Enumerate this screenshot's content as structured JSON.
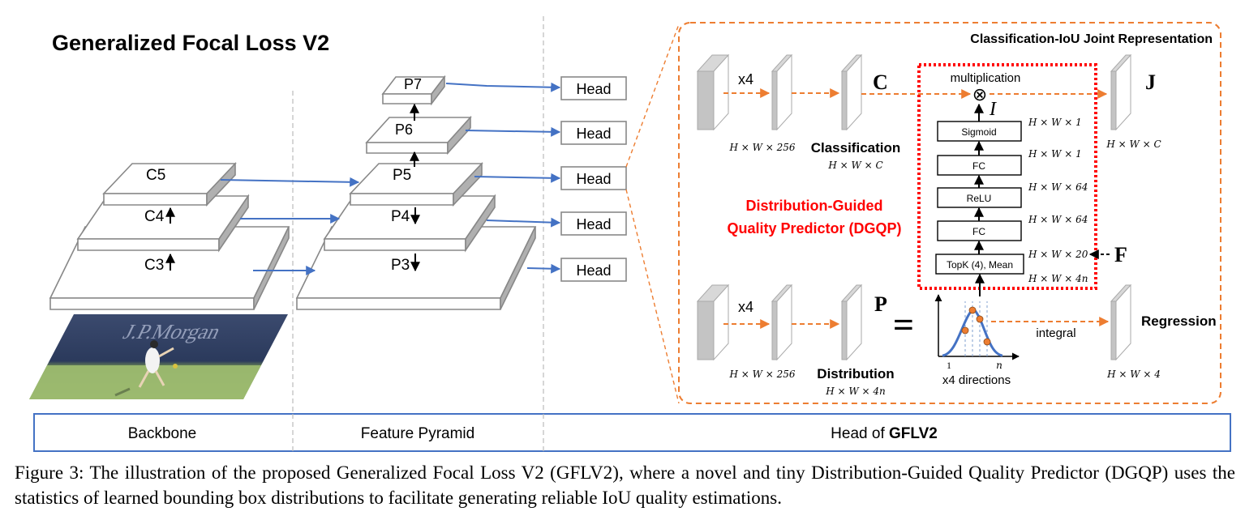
{
  "title": "Generalized Focal Loss V2",
  "backbone": {
    "levels": [
      "C5",
      "C4",
      "C3"
    ]
  },
  "pyramid": {
    "levels": [
      "P7",
      "P6",
      "P5",
      "P4",
      "P3"
    ]
  },
  "heads": [
    "Head",
    "Head",
    "Head",
    "Head",
    "Head"
  ],
  "photo": {
    "sign_text": "J.P.Morgan"
  },
  "gflv2": {
    "joint_title": "Classification-IoU Joint Representation",
    "top": {
      "x4": "x4",
      "dim256": "H × W × 256",
      "letter": "C",
      "name": "Classification",
      "dim": "H × W × C"
    },
    "multiplication": "multiplication",
    "otimes": "⊗",
    "I": "I",
    "J": "J",
    "J_dim": "H × W × C",
    "dgqp_line1": "Distribution-Guided",
    "dgqp_line2": "Quality Predictor (DGQP)",
    "blocks": [
      "Sigmoid",
      "FC",
      "ReLU",
      "FC",
      "TopK (4), Mean"
    ],
    "dims": [
      "H × W × 1",
      "H × W × 1",
      "H × W × 64",
      "H × W × 64",
      "H × W × 20",
      "H × W × 4n"
    ],
    "F": "F",
    "bottom": {
      "x4": "x4",
      "dim256": "H × W × 256",
      "letter": "P",
      "name": "Distribution",
      "dim": "H × W × 4n"
    },
    "equals": "=",
    "dist_axis_start": "1",
    "dist_axis_end": "n",
    "directions": "x4 directions",
    "integral": "integral",
    "regression": "Regression",
    "reg_dim": "H × W × 4"
  },
  "sections": {
    "backbone": "Backbone",
    "pyramid": "Feature Pyramid",
    "head_prefix": "Head of ",
    "head_bold": "GFLV2"
  },
  "caption": "Figure 3: The illustration of the proposed Generalized Focal Loss V2 (GFLV2), where a novel and tiny Distribution-Guided Quality Predictor (DGQP) uses the statistics of learned bounding box distributions to facilitate generating reliable IoU quality estimations.",
  "colors": {
    "arrow_blue": "#4472C4",
    "orange": "#ED7D31",
    "red": "#FF0000",
    "box_blue": "#4472C4",
    "gray": "#999999"
  }
}
